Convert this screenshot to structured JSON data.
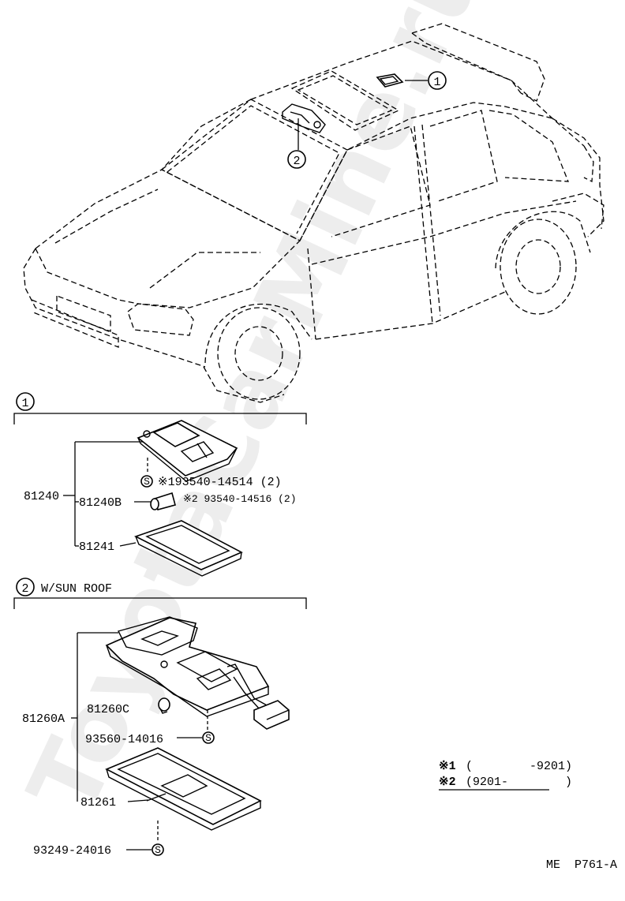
{
  "watermark": "ToyotaCarMine.ru",
  "callouts": {
    "c1": "1",
    "c2": "2",
    "screw_symbol": "S"
  },
  "section1": {
    "number": "1",
    "assembly": "81240",
    "bulb": "81240B",
    "screw_a": "※193540-14514 (2)",
    "screw_b": "※2 93540-14516 (2)",
    "lens": "81241"
  },
  "section2": {
    "number": "2",
    "title": "W/SUN ROOF",
    "assembly": "81260A",
    "bulb": "81260C",
    "screw_a": "93560-14016",
    "lens": "81261",
    "screw_b": "93249-24016"
  },
  "key": {
    "row1_mark": "※1",
    "row1_range": "(        -9201)",
    "row2_mark": "※2",
    "row2_range": "(9201-        )"
  },
  "reference": "ME  P761-A"
}
